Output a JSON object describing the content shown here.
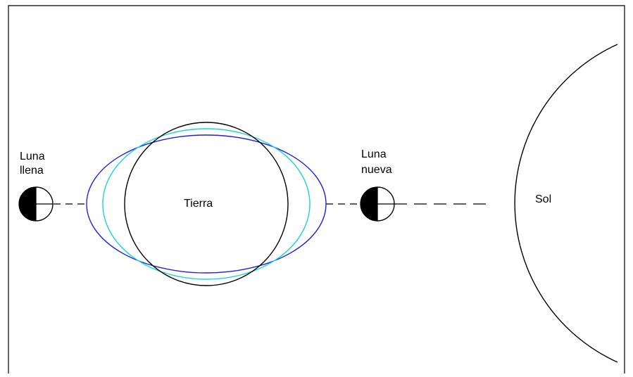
{
  "labels": {
    "full_moon_line1": "Luna",
    "full_moon_line2": "llena",
    "new_moon_line1": "Luna",
    "new_moon_line2": "nueva",
    "earth": "Tierra",
    "sun": "Sol"
  },
  "colors": {
    "frame": "#000000",
    "earth": "#000000",
    "tidal_bulge_outer": "#1f1fe0",
    "tidal_bulge_inner": "#18d6d6",
    "moon_dark": "#000000",
    "moon_light": "#ffffff",
    "sun": "#000000"
  }
}
